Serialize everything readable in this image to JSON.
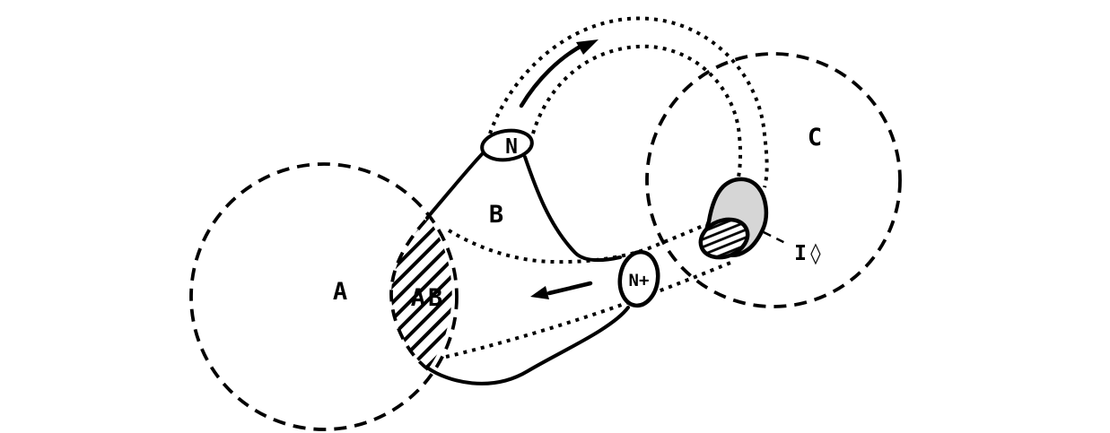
{
  "figure": {
    "title": "venn-cobordism-diagram",
    "background": "#ffffff",
    "ink": "#000000",
    "tube_fill": "#d6d6d6",
    "labels": {
      "region_a": "A",
      "region_ab": "AB",
      "region_b": "B",
      "region_c": "C",
      "boundary_n": "N",
      "boundary_n_plus": "N+",
      "tube_marker": "I◊"
    },
    "icons": {
      "arrow_up_right": "curved solid arrow along dotted tube, pointing up-right",
      "arrow_left": "straight solid arrow inside funnel, pointing left"
    },
    "line_styles": {
      "dashed_circles": "long-dash",
      "hidden_tube": "square-dotted",
      "surface_b": "solid"
    }
  }
}
